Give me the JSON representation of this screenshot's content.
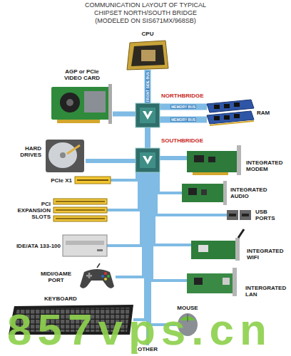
{
  "diagram": {
    "title": "COMMUNICATION LAYOUT OF TYPICAL CHIPSET NORTH/SOUTH BRIDGE (MODELED ON SIS671MX/968SB)",
    "nodes": [
      {
        "text": [
          "CPU"
        ]
      },
      {
        "text": [
          "AGP or PCIe VIDEO CARD"
        ]
      },
      {
        "text": [
          "NORTHBRIDGE"
        ]
      },
      {
        "text": [
          "RAM"
        ]
      },
      {
        "text": [
          "HARD DRIVES"
        ]
      },
      {
        "text": [
          "SOUTHBRIDGE"
        ]
      },
      {
        "text": [
          "INTEGRATED MODEM"
        ]
      },
      {
        "text": [
          "PCIe X1"
        ]
      },
      {
        "text": [
          "INTEGRATED AUDIO"
        ]
      },
      {
        "text": [
          "PCI EXPANSION SLOTS"
        ]
      },
      {
        "text": [
          "USB PORTS"
        ]
      },
      {
        "text": [
          "IDE/ATA 133-100"
        ]
      },
      {
        "text": [
          "INTEGRATED WIFI"
        ]
      },
      {
        "text": [
          "MIDI/GAME PORT"
        ]
      },
      {
        "text": [
          "INTERGRATED LAN"
        ]
      },
      {
        "text": [
          "KEYBOARD"
        ]
      },
      {
        "text": [
          "MOUSE"
        ]
      },
      {
        "text": [
          "OTHER"
        ]
      }
    ],
    "edges": [
      {
        "from": 0,
        "to": 2,
        "arrow": "none",
        "label": "FRONT SIDE BUS"
      },
      {
        "from": 2,
        "to": 3,
        "arrow": "none",
        "label": "MEMORY BUS"
      },
      {
        "from": 2,
        "to": 3,
        "arrow": "none",
        "label": "MEMORY BUS"
      },
      {
        "from": 2,
        "to": 1,
        "arrow": "none"
      },
      {
        "from": 2,
        "to": 5,
        "arrow": "none"
      },
      {
        "from": 5,
        "to": 4,
        "arrow": "none"
      },
      {
        "from": 5,
        "to": 6,
        "arrow": "none"
      },
      {
        "from": 5,
        "to": 7,
        "arrow": "none"
      },
      {
        "from": 5,
        "to": 8,
        "arrow": "none"
      },
      {
        "from": 5,
        "to": 9,
        "arrow": "none"
      },
      {
        "from": 5,
        "to": 10,
        "arrow": "none"
      },
      {
        "from": 5,
        "to": 11,
        "arrow": "none"
      },
      {
        "from": 5,
        "to": 12,
        "arrow": "none"
      },
      {
        "from": 5,
        "to": 13,
        "arrow": "none"
      },
      {
        "from": 5,
        "to": 14,
        "arrow": "none"
      },
      {
        "from": 5,
        "to": 15,
        "arrow": "none"
      },
      {
        "from": 5,
        "to": 16,
        "arrow": "none"
      },
      {
        "from": 5,
        "to": 17,
        "arrow": "none"
      }
    ],
    "labels": [
      "857vps.cn"
    ]
  }
}
